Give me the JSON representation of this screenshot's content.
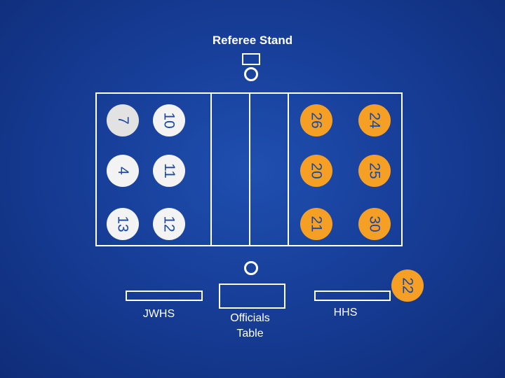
{
  "title": "Referee Stand",
  "jwhs_players": {
    "back_row": [
      "7",
      "4",
      "13"
    ],
    "front_row": [
      "10",
      "11",
      "12"
    ]
  },
  "hhs_players": {
    "front_row": [
      "26",
      "20",
      "21"
    ],
    "back_row": [
      "24",
      "25",
      "30"
    ],
    "sideline": "22"
  },
  "labels": {
    "jwhs": "JWHS",
    "officials_line1": "Officials",
    "officials_line2": "Table",
    "hhs": "HHS"
  },
  "colors": {
    "background": "#173e98",
    "jwhs_player": "#f3f3f3",
    "hhs_player": "#f5a025",
    "lines": "#ffffff"
  }
}
